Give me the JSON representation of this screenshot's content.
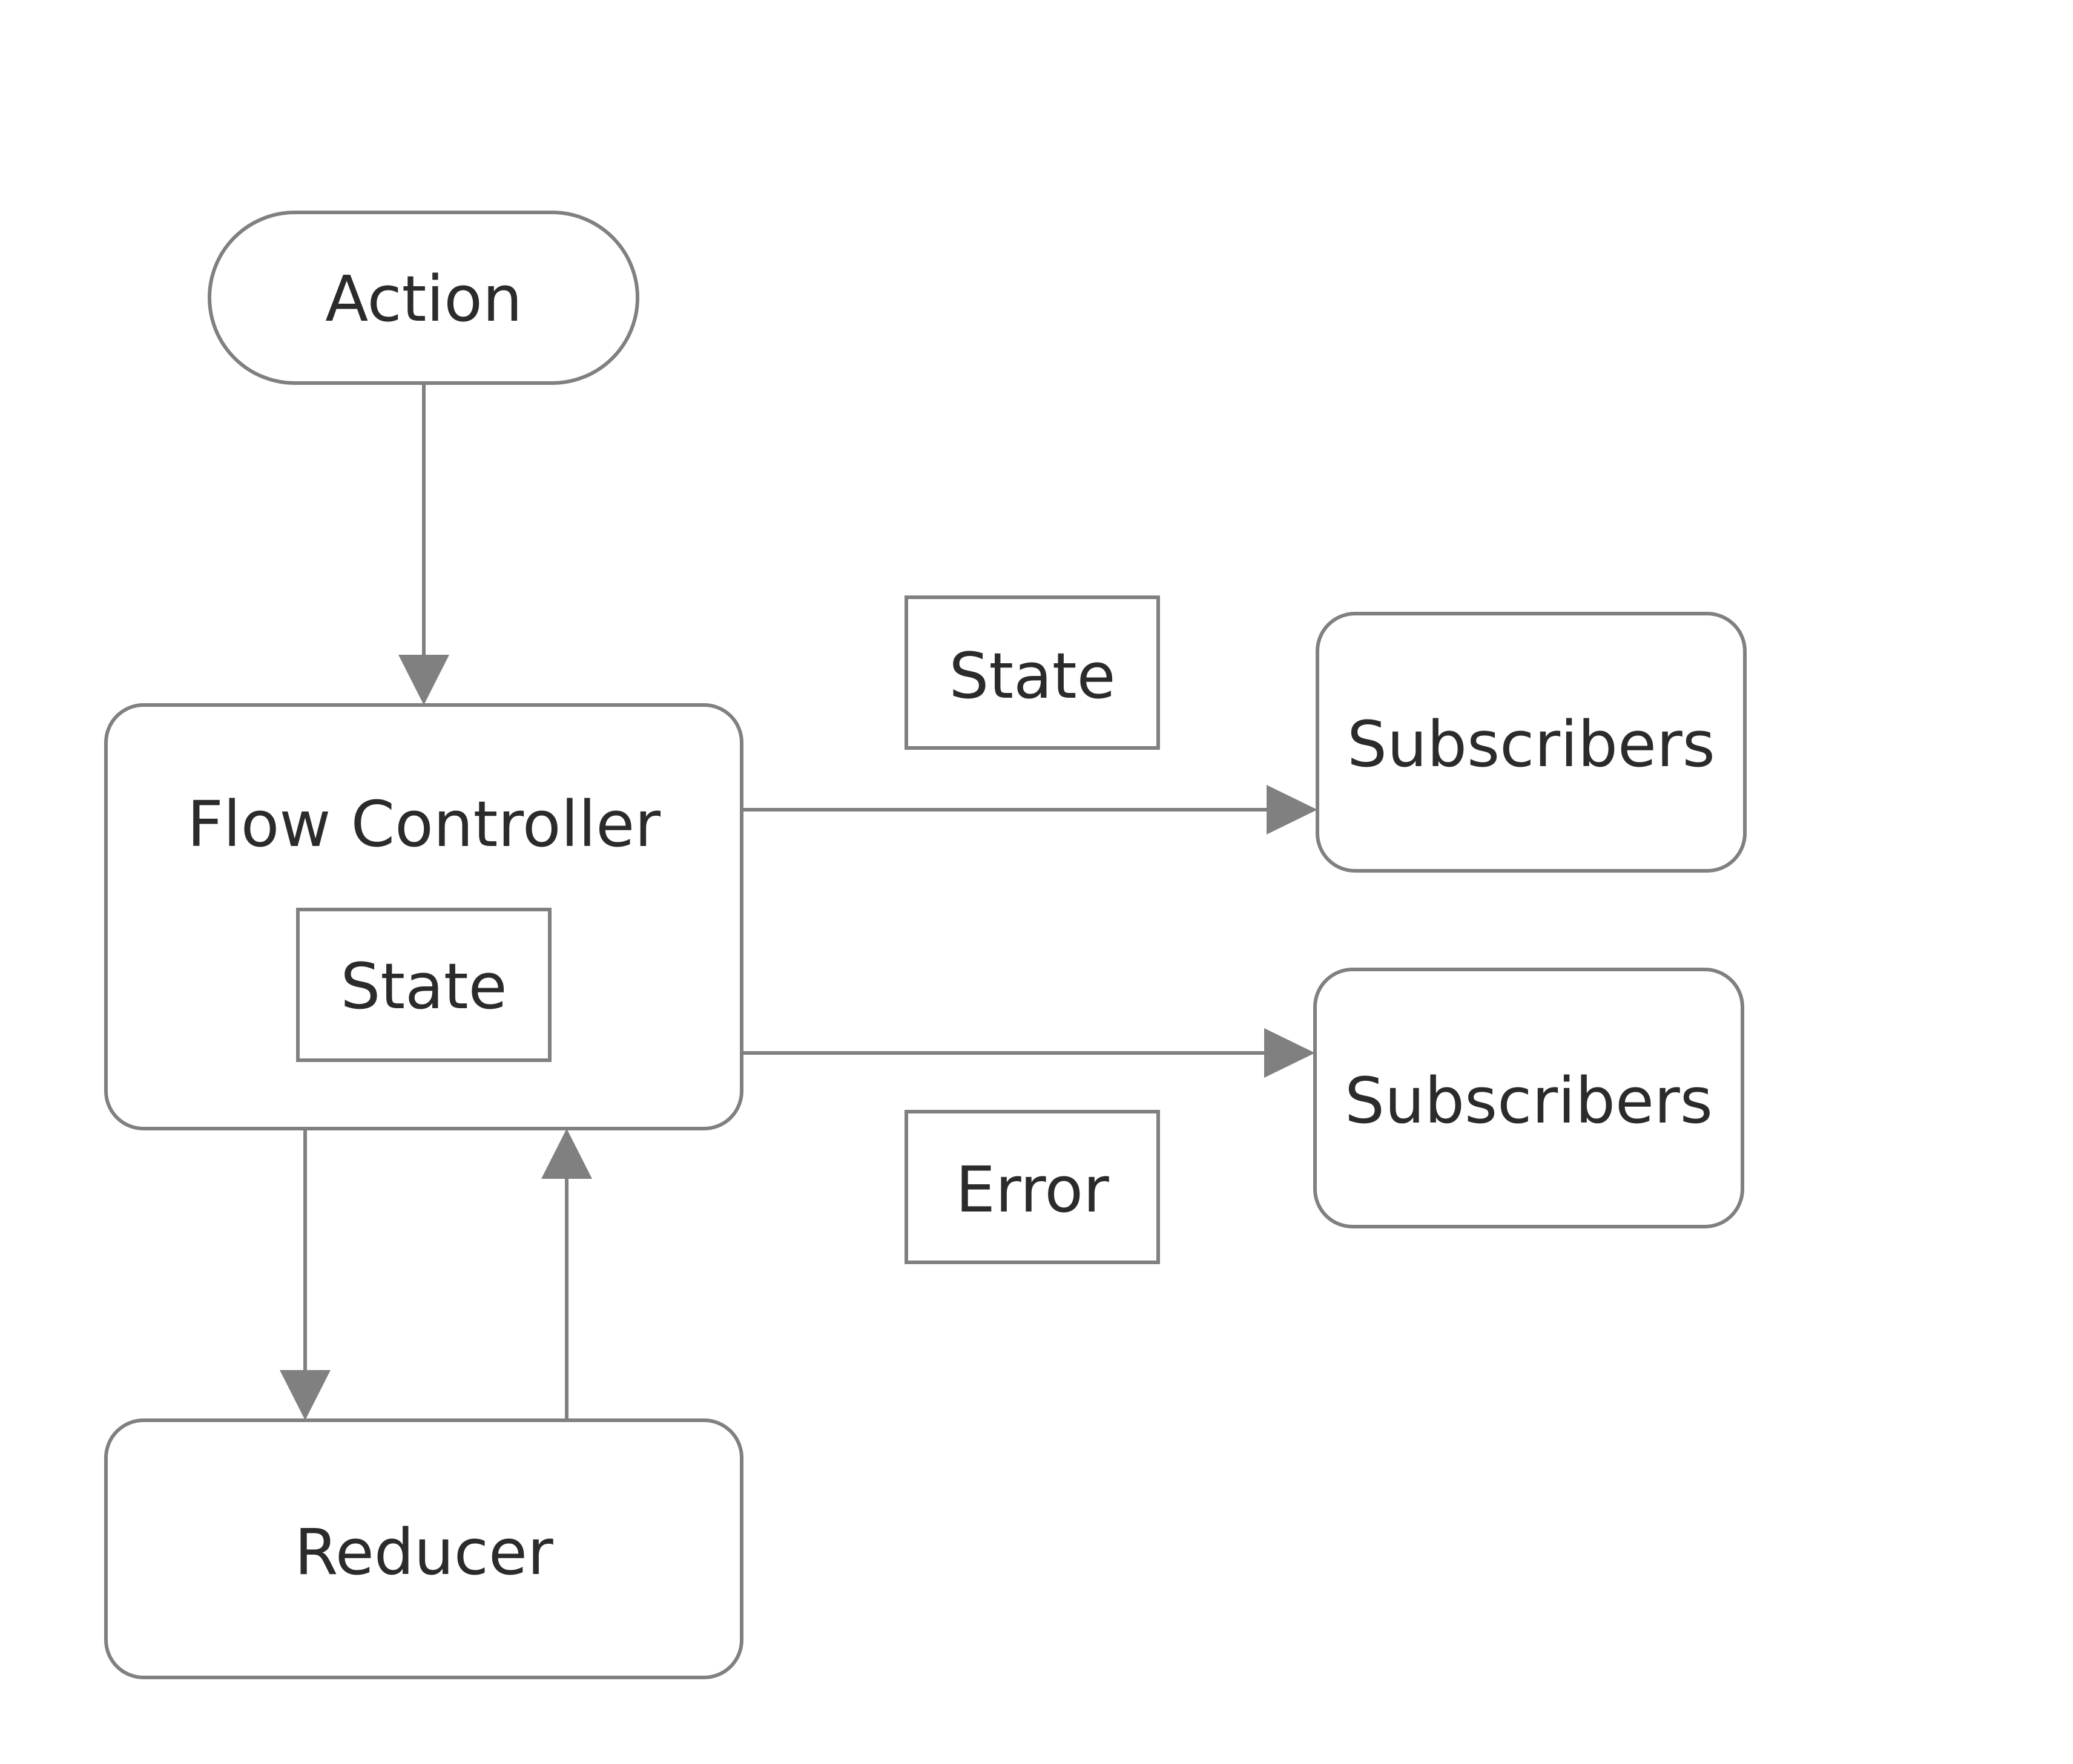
{
  "diagram": {
    "nodes": {
      "action": "Action",
      "flow_controller": "Flow Controller",
      "inner_state": "State",
      "state_message": "State",
      "error_message": "Error",
      "subscribers_top": "Subscribers",
      "subscribers_bottom": "Subscribers",
      "reducer": "Reducer"
    },
    "edges": [
      {
        "from": "Action",
        "to": "Flow Controller"
      },
      {
        "from": "Flow Controller",
        "to": "Subscribers",
        "message": "State"
      },
      {
        "from": "Flow Controller",
        "to": "Subscribers",
        "message": "Error"
      },
      {
        "from": "Flow Controller",
        "to": "Reducer"
      },
      {
        "from": "Reducer",
        "to": "Flow Controller"
      }
    ],
    "colors": {
      "stroke": "#808080",
      "text": "#2b2b2b",
      "background": "#ffffff"
    }
  }
}
